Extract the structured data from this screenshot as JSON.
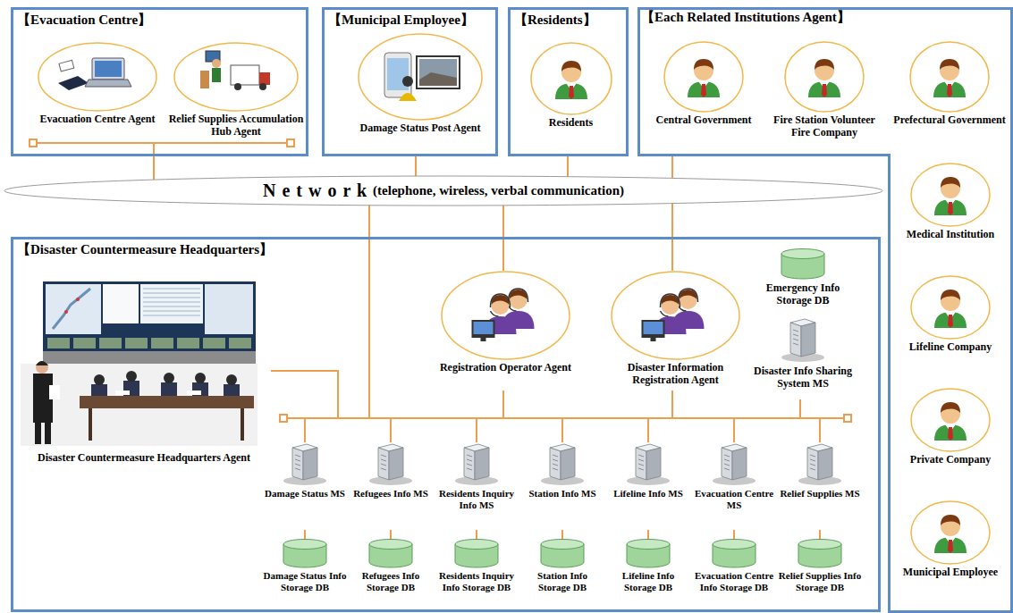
{
  "diagram": {
    "nodes": [
      {
        "text": [
          "【Evacuation Centre】"
        ]
      },
      {
        "text": [
          "Evacuation Centre Agent"
        ],
        "in": 0
      },
      {
        "text": [
          "Relief Supplies Accumulation Hub Agent"
        ],
        "in": 0
      },
      {
        "text": [
          "【Municipal Employee】"
        ]
      },
      {
        "text": [
          "Damage Status Post Agent"
        ],
        "in": 3
      },
      {
        "text": [
          "【Residents】"
        ]
      },
      {
        "text": [
          "Residents"
        ],
        "in": 5
      },
      {
        "text": [
          "【Each Related Institutions Agent】"
        ]
      },
      {
        "text": [
          "Central Government"
        ],
        "in": 7
      },
      {
        "text": [
          "Fire Station Volunteer Fire Company"
        ],
        "in": 7
      },
      {
        "text": [
          "Prefectural Government"
        ],
        "in": 7
      },
      {
        "text": [
          "Medical Institution"
        ],
        "in": 7
      },
      {
        "text": [
          "Lifeline Company"
        ],
        "in": 7
      },
      {
        "text": [
          "Private Company"
        ],
        "in": 7
      },
      {
        "text": [
          "Municipal Employee"
        ],
        "in": 7
      },
      {
        "text": [
          "N e t w o r k",
          "(telephone, wireless, verbal communication)"
        ]
      },
      {
        "text": [
          "【Disaster Countermeasure Headquarters】"
        ]
      },
      {
        "text": [
          "Disaster Countermeasure Headquarters Agent"
        ],
        "in": 16
      },
      {
        "text": [
          "Registration Operator Agent"
        ],
        "in": 16
      },
      {
        "text": [
          "Disaster Information Registration Agent"
        ],
        "in": 16
      },
      {
        "text": [
          "Emergency Info Storage DB"
        ],
        "in": 16
      },
      {
        "text": [
          "Disaster Info Sharing System MS"
        ],
        "in": 16
      },
      {
        "text": [
          "Damage Status MS"
        ],
        "in": 16
      },
      {
        "text": [
          "Refugees Info MS"
        ],
        "in": 16
      },
      {
        "text": [
          "Residents Inquiry Info MS"
        ],
        "in": 16
      },
      {
        "text": [
          "Station Info MS"
        ],
        "in": 16
      },
      {
        "text": [
          "Lifeline Info MS"
        ],
        "in": 16
      },
      {
        "text": [
          "Evacuation Centre MS"
        ],
        "in": 16
      },
      {
        "text": [
          "Relief Supplies MS"
        ],
        "in": 16
      },
      {
        "text": [
          "Damage Status Info Storage DB"
        ],
        "in": 16
      },
      {
        "text": [
          "Refugees Info Storage DB"
        ],
        "in": 16
      },
      {
        "text": [
          "Residents Inquiry Info Storage DB"
        ],
        "in": 16
      },
      {
        "text": [
          "Station Info Storage DB"
        ],
        "in": 16
      },
      {
        "text": [
          "Lifeline Info Storage DB"
        ],
        "in": 16
      },
      {
        "text": [
          "Evacuation Centre Info Storage DB"
        ],
        "in": 16
      },
      {
        "text": [
          "Relief Supplies Info Storage DB"
        ],
        "in": 16
      }
    ],
    "edges": [
      {
        "from": 0,
        "to": 15,
        "arrow": "none"
      },
      {
        "from": 3,
        "to": 15,
        "arrow": "none"
      },
      {
        "from": 5,
        "to": 15,
        "arrow": "none"
      },
      {
        "from": 7,
        "to": 15,
        "arrow": "none"
      },
      {
        "from": 15,
        "to": 18,
        "arrow": "none"
      },
      {
        "from": 15,
        "to": 19,
        "arrow": "none"
      },
      {
        "from": 15,
        "to": 17,
        "arrow": "none"
      },
      {
        "from": 15,
        "to": 21,
        "arrow": "none"
      },
      {
        "from": 15,
        "to": 22,
        "arrow": "none"
      },
      {
        "from": 15,
        "to": 23,
        "arrow": "none"
      },
      {
        "from": 15,
        "to": 24,
        "arrow": "none"
      },
      {
        "from": 15,
        "to": 25,
        "arrow": "none"
      },
      {
        "from": 15,
        "to": 26,
        "arrow": "none"
      },
      {
        "from": 15,
        "to": 27,
        "arrow": "none"
      },
      {
        "from": 15,
        "to": 28,
        "arrow": "none"
      },
      {
        "from": 22,
        "to": 29,
        "arrow": "none"
      },
      {
        "from": 23,
        "to": 30,
        "arrow": "none"
      },
      {
        "from": 24,
        "to": 31,
        "arrow": "none"
      },
      {
        "from": 25,
        "to": 32,
        "arrow": "none"
      },
      {
        "from": 26,
        "to": 33,
        "arrow": "none"
      },
      {
        "from": 27,
        "to": 34,
        "arrow": "none"
      },
      {
        "from": 28,
        "to": 35,
        "arrow": "none"
      }
    ]
  }
}
